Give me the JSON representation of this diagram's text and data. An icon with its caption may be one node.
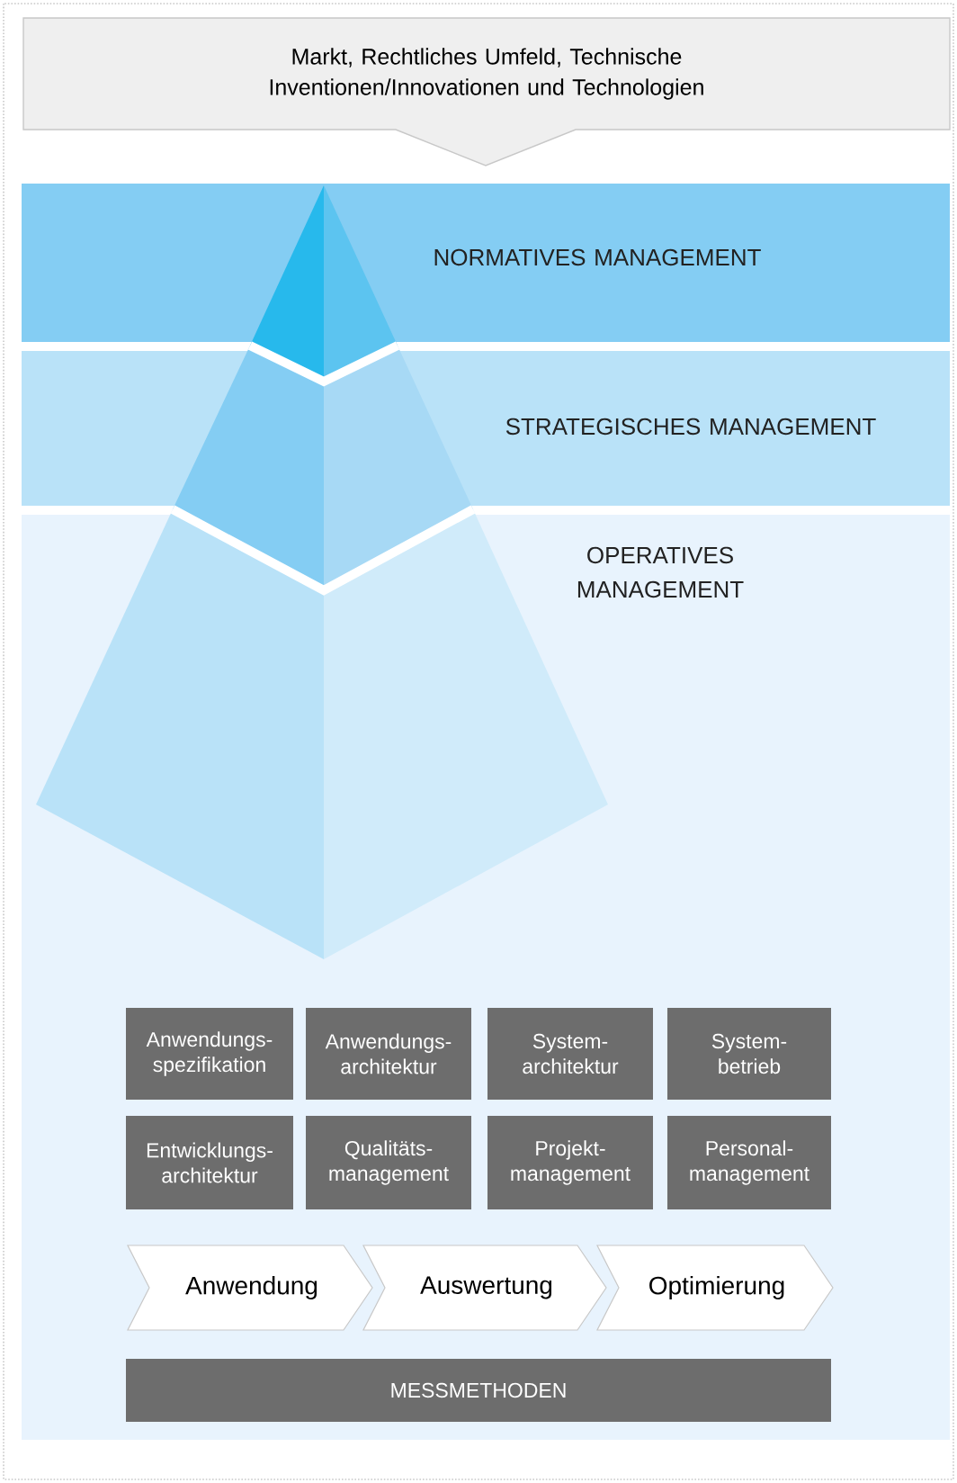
{
  "diagram": {
    "nodes": [
      {
        "text": [
          "Markt, Rechtliches Umfeld, Technische Inventionen/Innovationen und Technologien"
        ]
      },
      {
        "text": [
          "NORMATIVES MANAGEMENT"
        ]
      },
      {
        "text": [
          "STRATEGISCHES MANAGEMENT"
        ]
      },
      {
        "text": [
          "OPERATIVES MANAGEMENT"
        ]
      },
      {
        "text": [
          "Anwendungs- spezifikation"
        ],
        "in": 3
      },
      {
        "text": [
          "Anwendungs- architektur"
        ],
        "in": 3
      },
      {
        "text": [
          "System- architektur"
        ],
        "in": 3
      },
      {
        "text": [
          "System- betrieb"
        ],
        "in": 3
      },
      {
        "text": [
          "Entwicklungs- architektur"
        ],
        "in": 3
      },
      {
        "text": [
          "Qualitäts- management"
        ],
        "in": 3
      },
      {
        "text": [
          "Projekt- management"
        ],
        "in": 3
      },
      {
        "text": [
          "Personal- management"
        ],
        "in": 3
      },
      {
        "text": [
          "Anwendung"
        ],
        "in": 3
      },
      {
        "text": [
          "Auswertung"
        ],
        "in": 3
      },
      {
        "text": [
          "Optimierung"
        ],
        "in": 3
      },
      {
        "text": [
          "MESSMETHODEN"
        ],
        "in": 3
      }
    ]
  }
}
